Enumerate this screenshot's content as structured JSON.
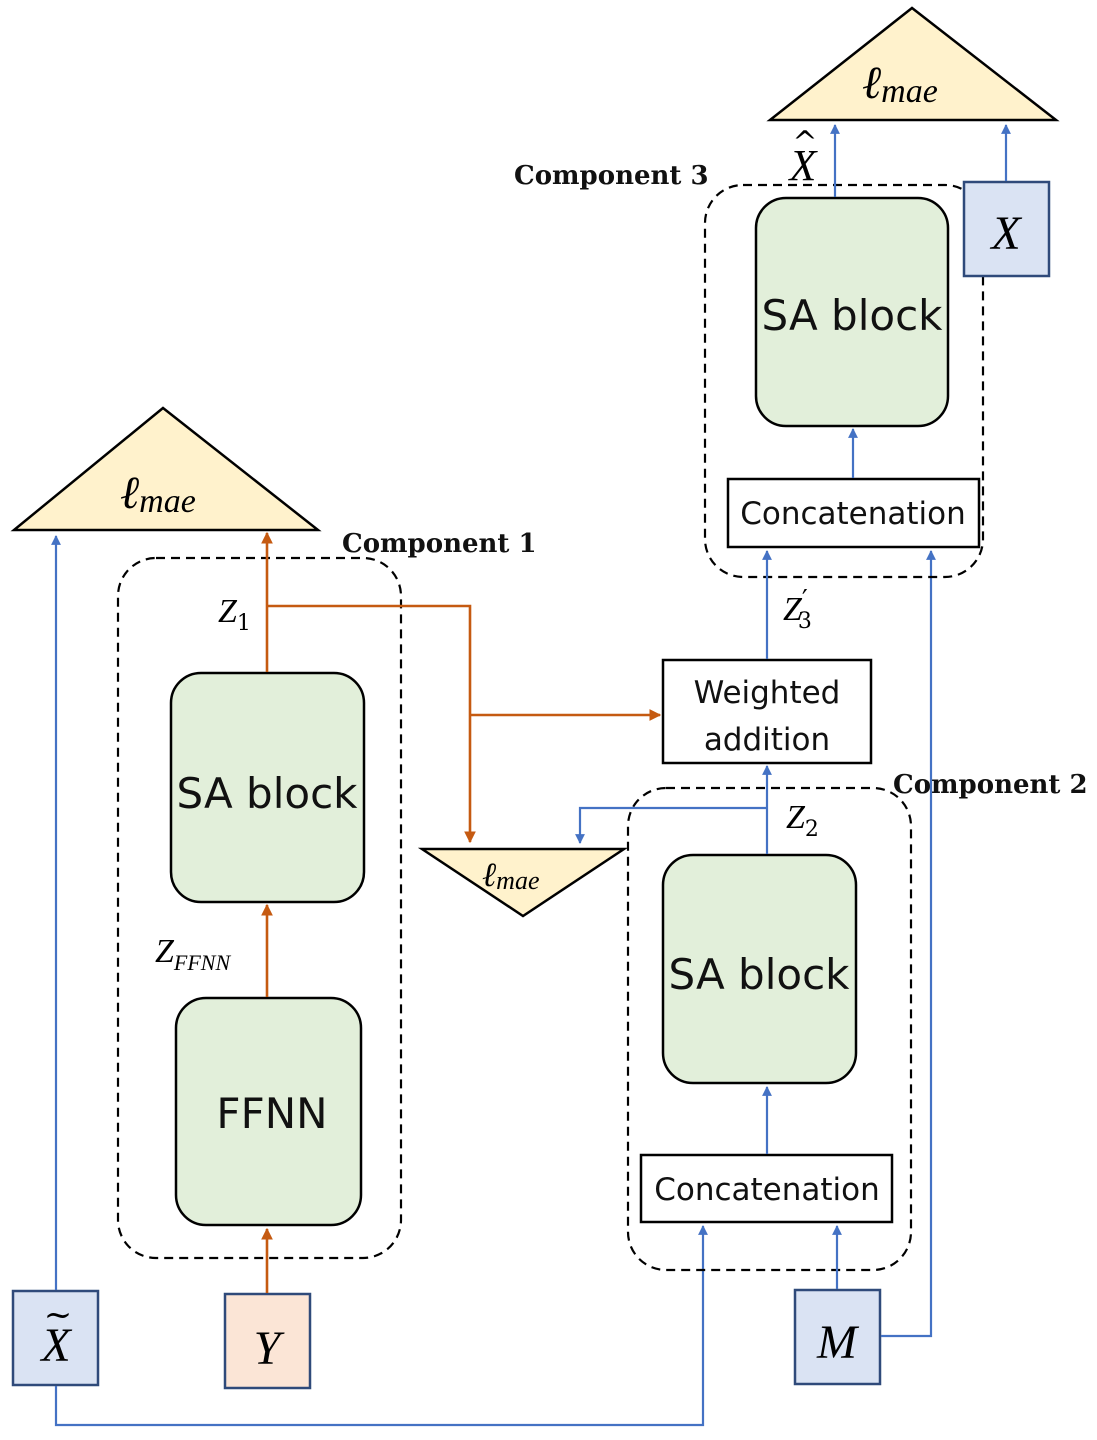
{
  "components": {
    "c1": "Component 1",
    "c2": "Component 2",
    "c3": "Component 3"
  },
  "blocks": {
    "sa1": "SA block",
    "ffnn": "FFNN",
    "sa2": "SA block",
    "concat2": "Concatenation",
    "sa3": "SA block",
    "concat3": "Concatenation",
    "weighted_line1": "Weighted",
    "weighted_line2": "addition"
  },
  "losses": {
    "base": "ℓ",
    "sub": "mae"
  },
  "inputs": {
    "xtilde": "X",
    "y": "Y",
    "m": "M",
    "x": "X"
  },
  "output": {
    "xhat": "X"
  },
  "latents": {
    "z1_base": "Z",
    "z1_sub": "1",
    "zffnn_base": "Z",
    "zffnn_sub": "FFNN",
    "z2_base": "Z",
    "z2_sub": "2",
    "z3_base": "Z",
    "z3_sub": "3",
    "z3_prime": "′"
  },
  "colors": {
    "blue_arrow": "#4472c4",
    "orange_arrow": "#c55a11",
    "green_block": "#e2efda",
    "loss_triangle": "#fff2cc",
    "input_blue": "#dae3f3",
    "input_peach": "#fbe5d6"
  }
}
